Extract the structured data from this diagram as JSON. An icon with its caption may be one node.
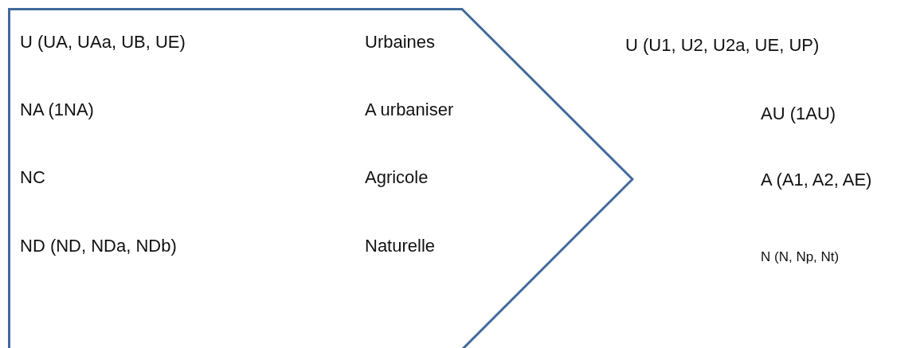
{
  "diagram": {
    "nodes": [
      {
        "text": [
          "U (UA, UAa, UB, UE)",
          "Urbaines",
          "NA (1NA)",
          "A urbaniser",
          "NC",
          "Agricole",
          "ND (ND, NDa, NDb)",
          "Naturelle"
        ]
      }
    ],
    "edges": [],
    "labels": [
      "U (U1, U2, U2a, UE, UP)",
      "AU (1AU)",
      "A (A1, A2, AE)",
      "N (N, Np, Nt)"
    ]
  }
}
